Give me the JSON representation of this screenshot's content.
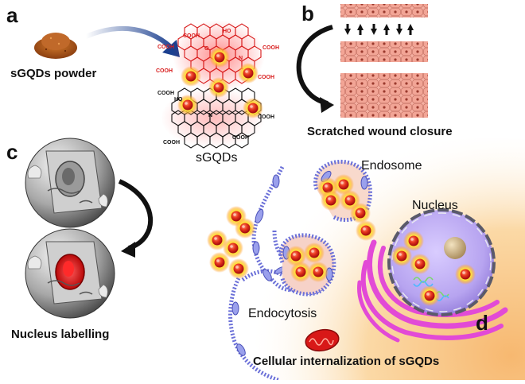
{
  "panels": {
    "a": {
      "letter": "a",
      "powder_label": "sGQDs powder",
      "structure_label": "sGQDs",
      "group_label": "COOH",
      "hydroxyl_label": "HO",
      "amine_label": "N",
      "oxygen_label": "O"
    },
    "b": {
      "letter": "b",
      "caption": "Scratched wound closure"
    },
    "c": {
      "letter": "c",
      "caption": "Nucleus labelling"
    },
    "d": {
      "letter": "d",
      "endosome_label": "Endosome",
      "nucleus_label": "Nucleus",
      "endocytosis_label": "Endocytosis",
      "caption": "Cellular internalization of sGQDs"
    }
  },
  "colors": {
    "quantum_dot": "#e8361e",
    "dot_glow": "#ffe23a",
    "membrane": "#7a7fe0",
    "golgi": "#e24ad6",
    "nucleus": "#b7a4f0",
    "cell_fill": "#fbd9a6",
    "wound_cells": "#f2a596",
    "lattice_red": "#d81c1c"
  }
}
